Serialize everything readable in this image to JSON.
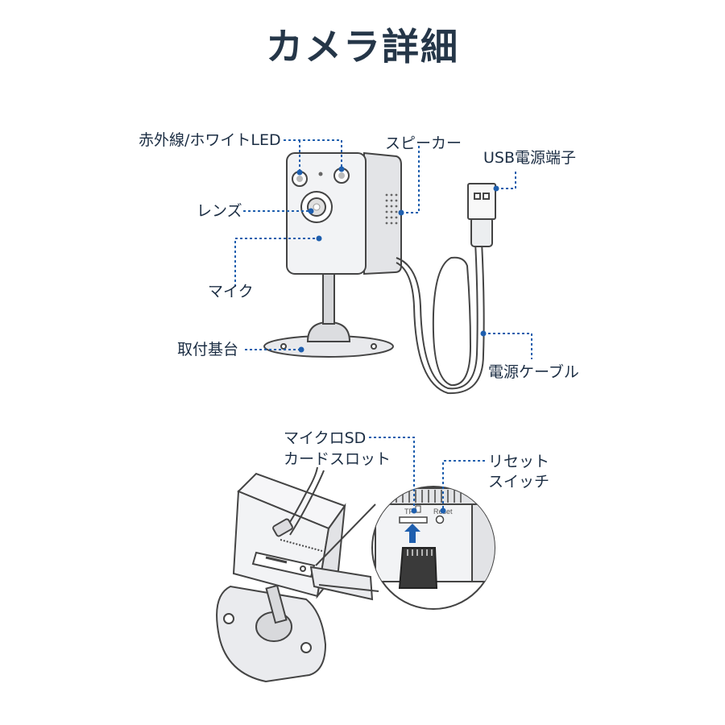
{
  "title": "カメラ詳細",
  "top_labels": {
    "ir_led": "赤外線/ホワイトLED",
    "lens": "レンズ",
    "mic": "マイク",
    "mount": "取付基台",
    "speaker": "スピーカー",
    "usb_port": "USB電源端子",
    "power_cable": "電源ケーブル"
  },
  "bottom_labels": {
    "microsd_slot_line1": "マイクロSD",
    "microsd_slot_line2": "カードスロット",
    "reset_line1": "リセット",
    "reset_line2": "スイッチ"
  },
  "panel_labels": {
    "tf": "TF",
    "reset": "Reset"
  },
  "colors": {
    "accent": "#1f5fae",
    "outline": "#444444",
    "body_fill": "#f2f3f5",
    "title": "#253648"
  }
}
